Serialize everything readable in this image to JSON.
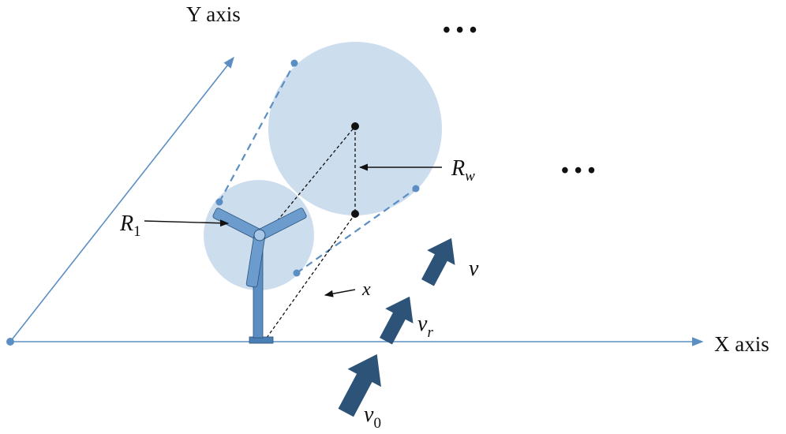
{
  "axes": {
    "y_label": "Y axis",
    "x_label": "X axis"
  },
  "symbols": {
    "r1": {
      "main": "R",
      "sub": "1"
    },
    "rw": {
      "main": "R",
      "sub": "w"
    },
    "x": "x",
    "v": "v",
    "vr": {
      "main": "v",
      "sub": "r"
    },
    "v0": {
      "main": "v",
      "sub": "0"
    }
  },
  "ellipsis": "• • •",
  "colors": {
    "axis": "#5b8fc4",
    "circle_fill": "#c3d7eb",
    "turbine": "#5b8fc4",
    "arrow": "#2d5378",
    "dashed_expansion": "#5b8fc4",
    "black": "#111111"
  }
}
